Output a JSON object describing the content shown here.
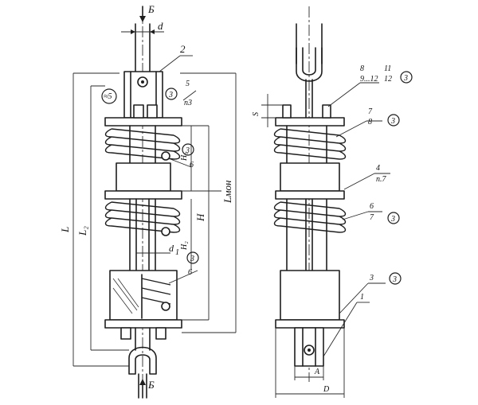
{
  "view_a": {
    "section_mark": "Б",
    "section_mark_bottom": "Б",
    "dim_rod": "d",
    "dim_rod_inner": "d",
    "dim_rod_inner_sub": "1",
    "item_2": "2",
    "item_2_circle": "3",
    "item_5_top": "5",
    "item_5_bottom": "п3",
    "item_5_circle": "3",
    "item_6": "6",
    "item_6_circle": "3",
    "item_6b": "6",
    "item_6b_circle": "3",
    "plate_mark": "≈5",
    "dim_L": "L",
    "dim_L2": "L₂",
    "dim_Lmon": "Lмон",
    "dim_H": "H",
    "dim_H1": "H₁",
    "dim_H2": "H₂"
  },
  "view_b": {
    "item_8_top": "8",
    "item_8_bottom": "9...12",
    "item_11_top": "11",
    "item_11_bottom": "12",
    "item_8_circle": "3",
    "item_7_top": "7",
    "item_7_bottom": "8",
    "item_7_circle": "3",
    "item_4_top": "4",
    "item_4_bottom": "п.7",
    "item_6_top": "6",
    "item_6_bottom": "7",
    "item_6_circle": "3",
    "item_3": "3",
    "item_3_circle": "3",
    "item_1": "1",
    "dim_S": "S",
    "dim_A": "A",
    "dim_D": "D"
  }
}
